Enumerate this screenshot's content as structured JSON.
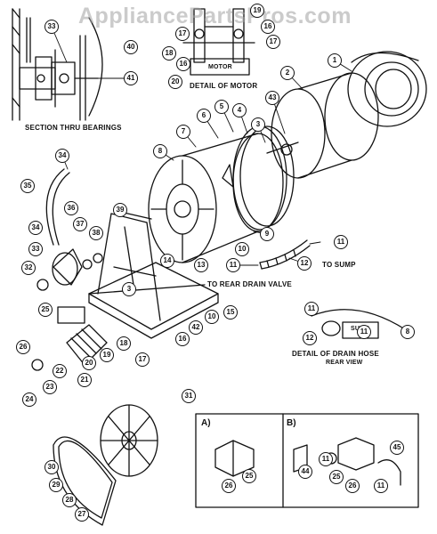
{
  "watermark": "AppliancePartsPros.com",
  "captions": {
    "section_bearings": "SECTION THRU BEARINGS",
    "detail_motor": "DETAIL OF MOTOR",
    "motor_label": "MOTOR",
    "to_sump": "TO SUMP",
    "to_rear_drain": "TO REAR DRAIN VALVE",
    "sump_label": "SUMP",
    "detail_drain_hose": "DETAIL OF DRAIN HOSE",
    "rear_view": "REAR VIEW"
  },
  "panels": {
    "a": "A)",
    "b": "B)"
  },
  "callouts": {
    "c1": "1",
    "c2": "2",
    "c3": "3",
    "c3b": "3",
    "c4": "4",
    "c5": "5",
    "c6": "6",
    "c7": "7",
    "c8": "8",
    "c8b": "8",
    "c9": "9",
    "c10": "10",
    "c10b": "10",
    "c11a": "11",
    "c11b": "11",
    "c11c": "11",
    "c11d": "11",
    "c11e": "11",
    "c12a": "12",
    "c12b": "12",
    "c13": "13",
    "c14": "14",
    "c15": "15",
    "c16": "16",
    "c16b": "16",
    "c17": "17",
    "c17b": "17",
    "c17c": "17",
    "c18": "18",
    "c18b": "18",
    "c19": "19",
    "c19b": "19",
    "c20": "20",
    "c20b": "20",
    "c21": "21",
    "c22": "22",
    "c23": "23",
    "c24": "24",
    "c25": "25",
    "c25b": "25",
    "c25c": "25",
    "c26": "26",
    "c26b": "26",
    "c26c": "26",
    "c27": "27",
    "c28": "28",
    "c29": "29",
    "c30": "30",
    "c31": "31",
    "c32": "32",
    "c33": "33",
    "c33b": "33",
    "c34": "34",
    "c34b": "34",
    "c35": "35",
    "c36": "36",
    "c37": "37",
    "c38": "38",
    "c39": "39",
    "c40": "40",
    "c41": "41",
    "c42": "42",
    "c43": "43",
    "c44": "44",
    "c45": "45"
  },
  "colors": {
    "ink": "#111111",
    "paper": "#ffffff",
    "watermark": "#a0a0a0"
  }
}
